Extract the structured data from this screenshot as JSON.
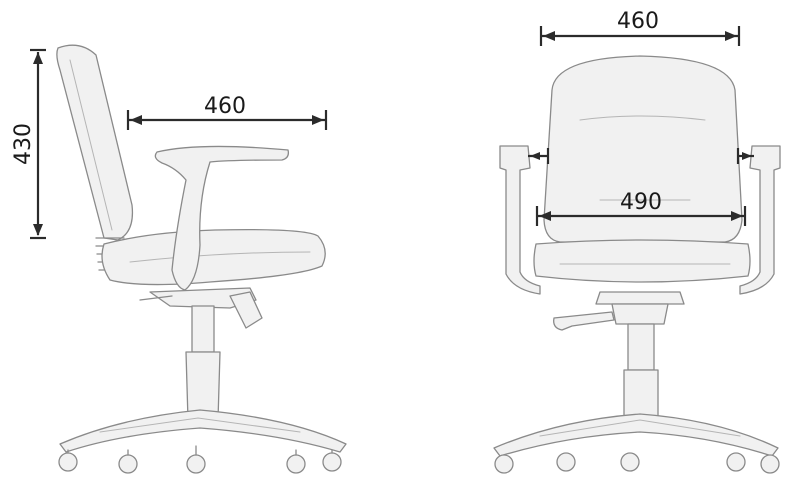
{
  "dimensions": {
    "side_height": "430",
    "side_depth": "460",
    "front_back_width": "460",
    "front_seat_width": "490"
  }
}
